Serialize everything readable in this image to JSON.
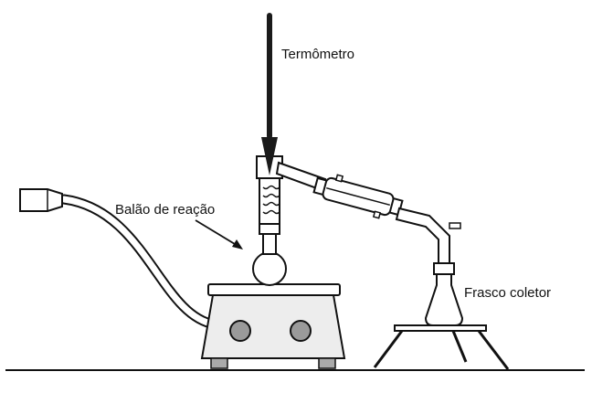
{
  "labels": {
    "thermometer": "Termômetro",
    "reaction_flask": "Balão de reação",
    "collector_flask": "Frasco coletor"
  },
  "colors": {
    "stroke": "#111111",
    "glass_fill": "#ffffff",
    "plate_body": "#ededed",
    "knob": "#9a9a9a",
    "thermometer": "#1a1a1a"
  }
}
